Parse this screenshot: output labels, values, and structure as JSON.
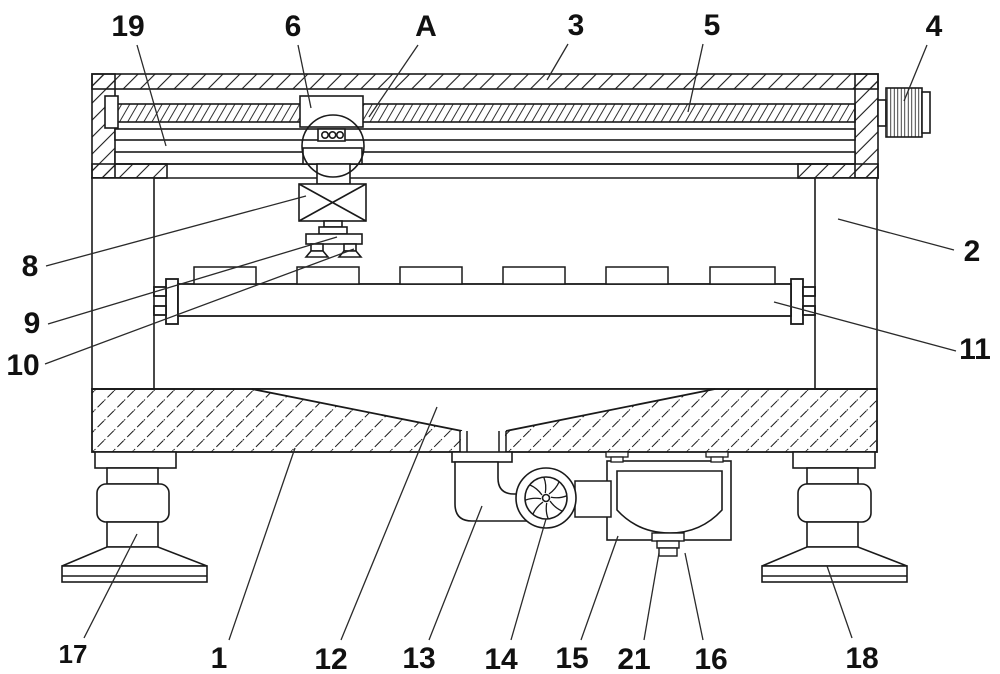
{
  "figure": {
    "type": "patent-style sectional mechanical drawing",
    "colors": {
      "line": "#1a1a1a",
      "background": "#ffffff"
    },
    "labels": {
      "p19": "19",
      "p6": "6",
      "pA": "A",
      "p3": "3",
      "p5": "5",
      "p4": "4",
      "p8": "8",
      "p9": "9",
      "p10": "10",
      "p2": "2",
      "p11": "11",
      "p17": "17",
      "p1": "1",
      "p12": "12",
      "p13": "13",
      "p14": "14",
      "p15": "15",
      "p21": "21",
      "p16": "16",
      "p18": "18"
    }
  }
}
